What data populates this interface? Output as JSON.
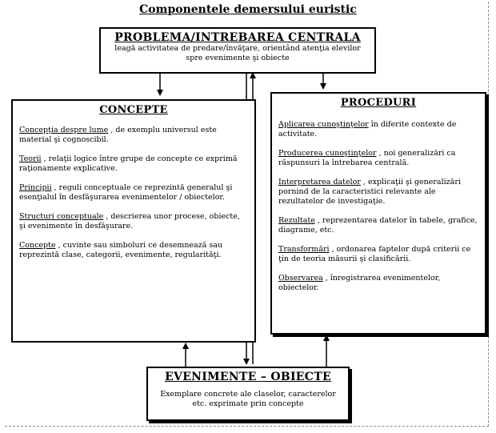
{
  "title": "Componentele demersului euristic",
  "central": {
    "heading": "PROBLEMA/INTREBAREA CENTRALA",
    "text": "leagă activitatea de predare/învăţare, orientând atenţia elevilor spre evenimente şi obiecte"
  },
  "concepte": {
    "heading": "CONCEPTE",
    "items": [
      {
        "term": "Concepţia despre lume",
        "text": " , de exemplu universul este material şi cognoscibil."
      },
      {
        "term": "Teorii",
        "text": " , relaţii logice între grupe de concepte ce exprimă raţionamente explicative."
      },
      {
        "term": "Principii",
        "text": " , reguli conceptuale ce reprezintă generalul şi esenţialul în desfăşurarea evenimentelor / obiectelor."
      },
      {
        "term": "Structuri conceptuale",
        "text": " , descrierea unor procese, obiecte, şi evenimente în desfăşurare."
      },
      {
        "term": "Concepte",
        "text": " , cuvinte sau simboluri ce desemnează sau reprezintă clase, categorii, evenimente, regularităţi."
      }
    ]
  },
  "proceduri": {
    "heading": "PROCEDURI",
    "items": [
      {
        "term": "Aplicarea cunoştinţelor",
        "text": " în diferite contexte de activitate."
      },
      {
        "term": "Producerea cunoştinţelor",
        "text": " , noi generalizări ca răspunsuri la întrebarea centrală."
      },
      {
        "term": "Interpretarea datelor",
        "text": " , explicaţii şi generalizări pornind de la caracteristici relevante ale rezultatelor de investigaţie."
      },
      {
        "term": "Rezultate",
        "text": " , reprezentarea datelor în tabele, grafice, diagrame, etc."
      },
      {
        "term": "Transformări",
        "text": " , ordonarea faptelor după criterii ce ţin de teoria măsurii şi clasificării."
      },
      {
        "term": "Observarea",
        "text": " , înregistrarea evenimentelor, obiectelor."
      }
    ]
  },
  "evenimente": {
    "heading": "EVENIMENTE – OBIECTE",
    "text": "Exemplare concrete ale claselor, caracterelor etc. exprimate prin concepte"
  }
}
